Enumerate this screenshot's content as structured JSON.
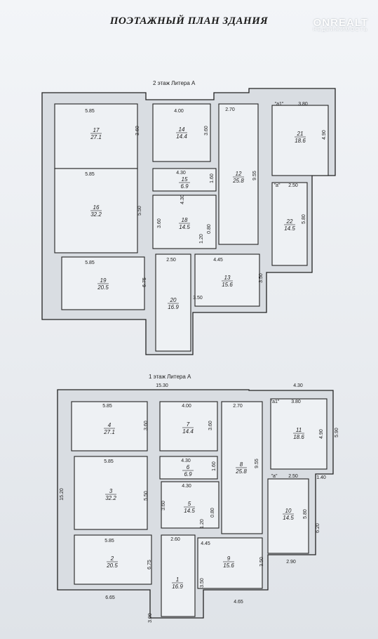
{
  "title": "ПОЭТАЖНЫЙ ПЛАН ЗДАНИЯ",
  "watermark": {
    "brand": "ONREALT",
    "sub": "НЕДВИЖИМОСТЬ"
  },
  "floors": [
    {
      "label": "2 этаж Литера А",
      "rooms": [
        {
          "num": "17",
          "area": "27.1"
        },
        {
          "num": "14",
          "area": "14.4"
        },
        {
          "num": "12",
          "area": "25.8"
        },
        {
          "num": "21",
          "area": "18.6"
        },
        {
          "num": "15",
          "area": "6.9"
        },
        {
          "num": "16",
          "area": "32.2"
        },
        {
          "num": "18",
          "area": "14.5"
        },
        {
          "num": "22",
          "area": "14.5"
        },
        {
          "num": "19",
          "area": "20.5"
        },
        {
          "num": "20",
          "area": "16.9"
        },
        {
          "num": "13",
          "area": "15.6"
        }
      ],
      "dims": [
        "5.85",
        "4.00",
        "2.70",
        "\"а1\"",
        "3.80",
        "3.60",
        "3.60",
        "4.90",
        "5.85",
        "4.30",
        "9.55",
        "1.60",
        "\"а\"",
        "2.50",
        "4.30",
        "5.50",
        "3.60",
        "0.80",
        "5.80",
        "1.20",
        "5.85",
        "2.50",
        "4.45",
        "3.50",
        "6.75",
        "3.50"
      ]
    },
    {
      "label": "1 этаж Литера А",
      "rooms": [
        {
          "num": "4",
          "area": "27.1"
        },
        {
          "num": "7",
          "area": "14.4"
        },
        {
          "num": "8",
          "area": "25.8"
        },
        {
          "num": "11",
          "area": "18.6"
        },
        {
          "num": "6",
          "area": "6.9"
        },
        {
          "num": "3",
          "area": "32.2"
        },
        {
          "num": "5",
          "area": "14.5"
        },
        {
          "num": "10",
          "area": "14.5"
        },
        {
          "num": "2",
          "area": "20.5"
        },
        {
          "num": "1",
          "area": "16.9"
        },
        {
          "num": "9",
          "area": "15.6"
        }
      ],
      "dims": [
        "15.30",
        "4.30",
        "5.85",
        "4.00",
        "2.70",
        "\"а1\"",
        "3.80",
        "3.60",
        "3.60",
        "4.90",
        "5.90",
        "5.85",
        "4.30",
        "9.55",
        "1.60",
        "\"а\"",
        "2.50",
        "1.40",
        "15.20",
        "4.30",
        "5.50",
        "3.60",
        "0.80",
        "5.80",
        "1.20",
        "6.20",
        "5.85",
        "2.60",
        "4.45",
        "3.50",
        "6.75",
        "3.50",
        "2.90",
        "6.65",
        "4.65",
        "3.00"
      ]
    }
  ]
}
